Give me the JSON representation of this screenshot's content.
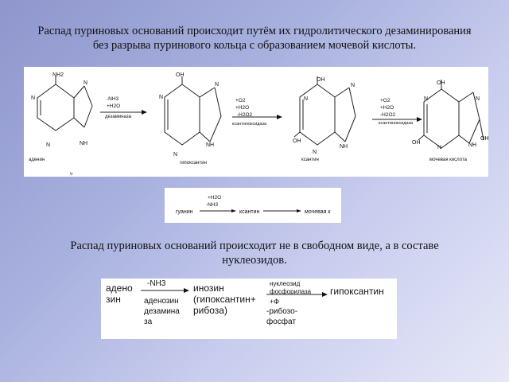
{
  "slide": {
    "heading_1": "Распад пуриновых оснований происходит путём их гидролитического дезаминирования без разрыва пуринового кольца с образованием мочевой кислоты.",
    "heading_2": "Распад пуриновых оснований происходит не в свободном виде, а в составе нуклеозидов."
  },
  "scheme_1": {
    "adenine": {
      "name": "аденин",
      "group_top": "NH2",
      "atom_n1": "N",
      "atom_n3": "N",
      "atom_n7": "N",
      "atom_nh9": "NH"
    },
    "step_1": {
      "line1": "-NH3",
      "line2": "+H2O",
      "enzyme": "дезаминаза"
    },
    "hypoxanthine": {
      "name": "гипоксантин",
      "group_top": "OH",
      "atom_n1": "N",
      "atom_n3": "N",
      "atom_n7": "N",
      "atom_nh9": "NH"
    },
    "step_2": {
      "line1": "+O2",
      "line2": "+H2O",
      "line3": "-H2O2",
      "enzyme": "ксантиноксидаза"
    },
    "xanthine": {
      "name": "ксантин",
      "group_top": "OH",
      "group_left": "OH",
      "atom_n1": "N",
      "atom_n3": "N",
      "atom_n7": "N",
      "atom_nh9": "NH"
    },
    "step_3": {
      "line1": "+O2",
      "line2": "+H2O",
      "line3": "-H2O2",
      "enzyme": "ксантиноксидаза"
    },
    "uric_acid": {
      "name": "мочевая кислота",
      "group_top": "OH",
      "group_left": "OH",
      "group_right": "OH",
      "atom_n1": "N",
      "atom_n3": "N",
      "atom_n7": "N",
      "atom_nh9": "NH"
    },
    "stray_mark": "ч"
  },
  "scheme_2": {
    "from": "гуанин",
    "reagent_1": "+H2O",
    "reagent_2": "-NH3",
    "middle": "ксантин",
    "to": "мочевая к"
  },
  "scheme_3": {
    "substrate": "адено\nзин",
    "step_1_label": "-NH3",
    "step_1_enzyme": "аденозин\nдезамина\nза",
    "middle": "инозин\n(гипоксантин+\nрибоза)",
    "step_2_enzyme": "нуклеозид\nфосфорилаза",
    "step_2_mark": "+Ф",
    "step_2_product": "-рибозо-\nфосфат",
    "product": "гипоксантин"
  }
}
